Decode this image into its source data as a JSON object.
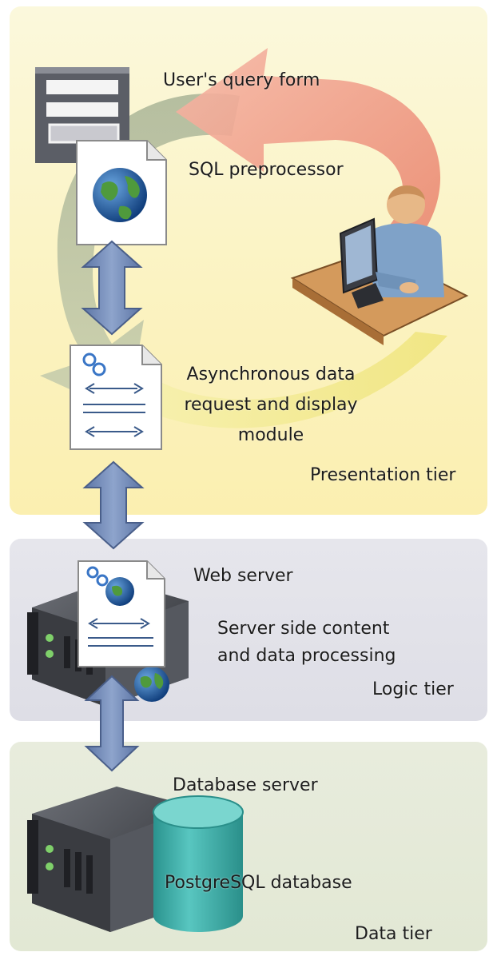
{
  "presentation_tier": {
    "tier_label": "Presentation tier",
    "query_form_label": "User's query form",
    "sql_preprocessor_label": "SQL preprocessor",
    "async_module_label": "Asynchronous data request and display module"
  },
  "logic_tier": {
    "tier_label": "Logic tier",
    "web_server_label": "Web server",
    "server_side_label": "Server side content and data processing"
  },
  "data_tier": {
    "tier_label": "Data tier",
    "database_server_label": "Database server",
    "postgresql_label": "PostgreSQL database"
  },
  "colors": {
    "presentation_bg": "#fbf3c2",
    "logic_bg": "#dedee6",
    "data_bg": "#e2e8d4",
    "arrow_blue": "#6f88b6",
    "cycle_red": "#ec8f78",
    "cycle_green": "#9fab8c",
    "cycle_yellow": "#f3ec9a",
    "database_teal": "#3fb3ad"
  }
}
